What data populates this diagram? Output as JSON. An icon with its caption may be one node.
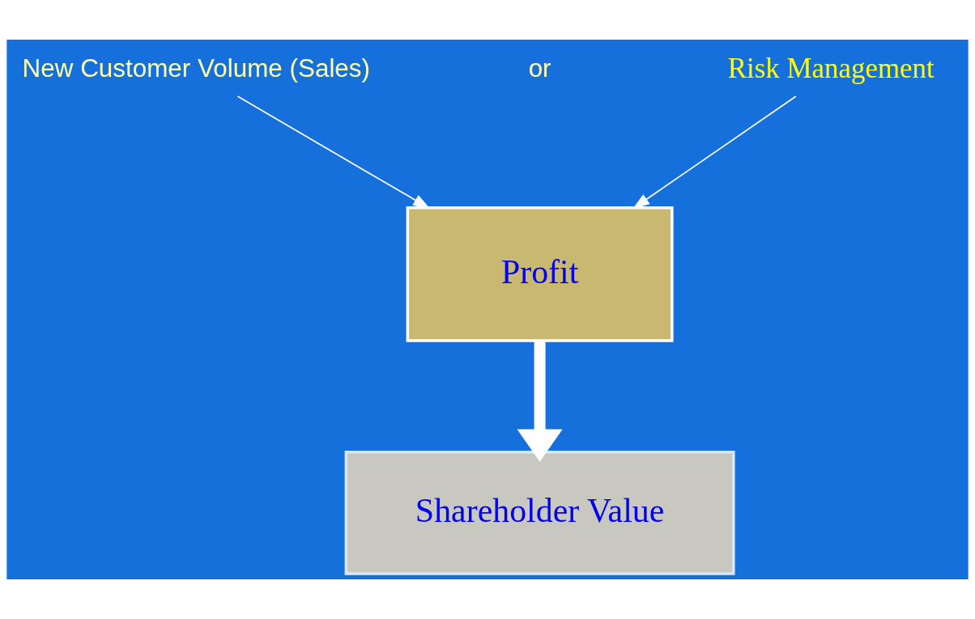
{
  "diagram": {
    "nodes": [
      {
        "text": [
          "New Customer Volume (Sales)"
        ]
      },
      {
        "text": [
          "Risk Management"
        ]
      },
      {
        "text": [
          "Profit"
        ]
      },
      {
        "text": [
          "Shareholder Value"
        ]
      }
    ],
    "edges": [
      {
        "from": 0,
        "to": 2,
        "arrow": "to"
      },
      {
        "from": 1,
        "to": 2,
        "arrow": "to"
      },
      {
        "from": 2,
        "to": 3,
        "arrow": "to",
        "style": "thick"
      }
    ],
    "labels": [
      "or"
    ]
  }
}
